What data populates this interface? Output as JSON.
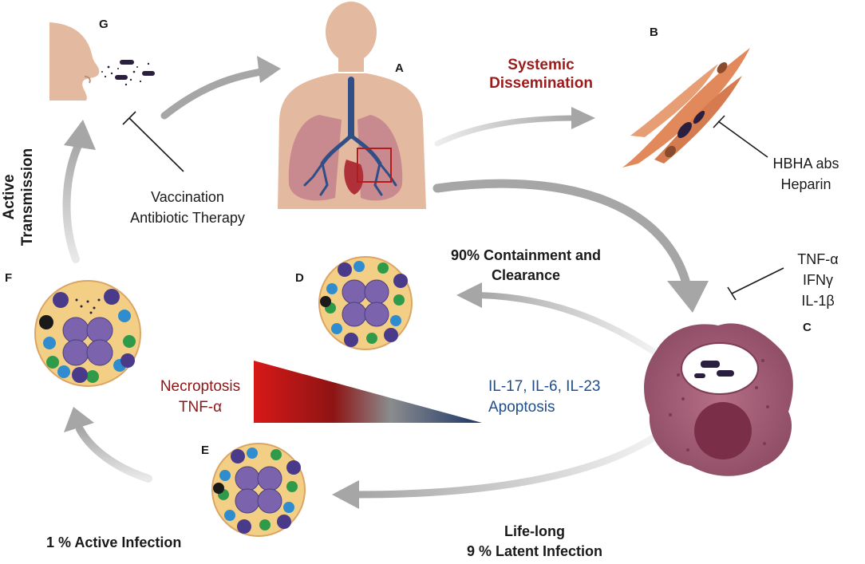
{
  "panels": {
    "a": "A",
    "b": "B",
    "c": "C",
    "d": "D",
    "e": "E",
    "f": "F",
    "g": "G"
  },
  "colors": {
    "arrow": "#a6a6a6",
    "systemic_red": "#9b1b1b",
    "necroptosis_red": "#8e1616",
    "apoptosis_blue": "#1f4e8c",
    "granuloma_bg": "#f3cf86",
    "macrophage": "#9e5a73",
    "skin": "#e3b9a0",
    "lung": "#c98a8f",
    "airway": "#2f4f86"
  },
  "labels": {
    "systemic_1": "Systemic",
    "systemic_2": "Dissemination",
    "hbha": "HBHA abs",
    "heparin": "Heparin",
    "vaccination": "Vaccination",
    "antibiotic": "Antibiotic Therapy",
    "active_1": "Active",
    "active_2": "Transmission",
    "containment_1": "90% Containment and",
    "containment_2": "Clearance",
    "tnfa": "TNF-α",
    "ifng": "IFNγ",
    "il1b": "IL-1β",
    "necroptosis": "Necroptosis",
    "necro_tnf": "TNF-α",
    "il_list": "IL-17, IL-6, IL-23",
    "apoptosis": "Apoptosis",
    "active_infection": "1 % Active Infection",
    "lifelong": "Life-long",
    "latent": "9 % Latent Infection"
  }
}
